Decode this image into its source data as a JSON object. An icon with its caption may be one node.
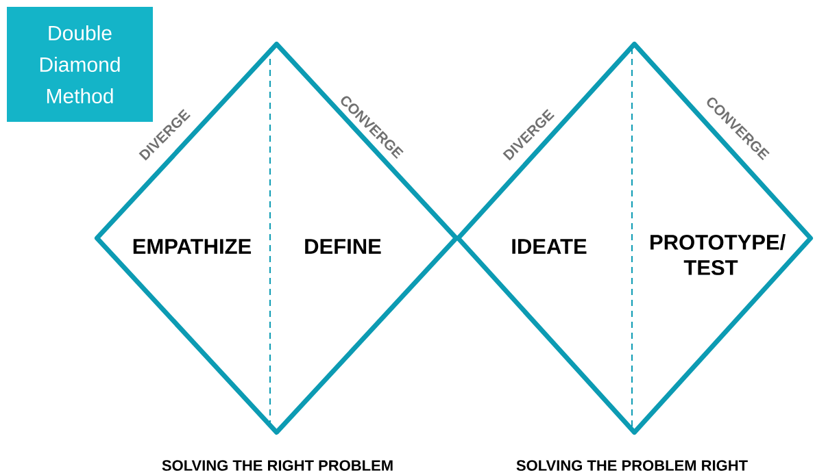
{
  "diagram": {
    "title": "Double Diamond Method",
    "nodes": [
      {
        "text": [
          "EMPATHIZE",
          "DEFINE"
        ]
      },
      {
        "text": [
          "IDEATE",
          "PROTOTYPE/ TEST"
        ]
      }
    ],
    "labels": [
      "DIVERGE",
      "CONVERGE",
      "DIVERGE",
      "CONVERGE",
      "SOLVING THE RIGHT PROBLEM",
      "SOLVING THE PROBLEM RIGHT"
    ]
  }
}
